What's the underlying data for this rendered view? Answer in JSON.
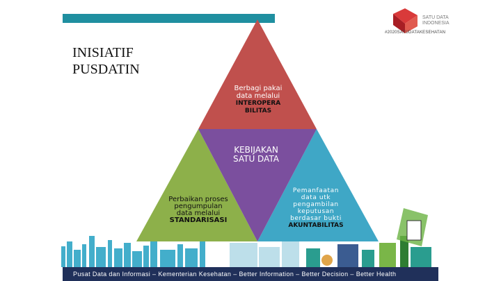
{
  "header": {
    "logo_line1": "SATU DATA",
    "logo_line2": "INDONESIA",
    "hashtag": "#2020SATUDATAKESEHATAN"
  },
  "title": {
    "line1": "INISIATIF",
    "line2": "PUSDATIN"
  },
  "pyramid": {
    "top": {
      "line1": "Berbagi pakai",
      "line2": "data melalui",
      "bold1": "INTEROPERA",
      "bold2": "BILITAS",
      "color": "#c0504d"
    },
    "center": {
      "line1": "KEBIJAKAN",
      "line2": "SATU DATA",
      "color": "#7b4f9e"
    },
    "left": {
      "line1": "Perbaikan proses",
      "line2": "pengumpulan",
      "line3": "data melalui",
      "bold": "STANDARISASI",
      "color": "#8db04a"
    },
    "right": {
      "line1": "Pemanfaatan",
      "line2": "data utk",
      "line3": "pengambilan",
      "line4": "keputusan",
      "line5": "berdasar bukti",
      "bold": "AKUNTABILITAS",
      "color": "#3fa7c6"
    }
  },
  "footer": {
    "text": "Pusat Data dan Informasi – Kementerian Kesehatan – Better Information – Better Decision – Better Health"
  }
}
